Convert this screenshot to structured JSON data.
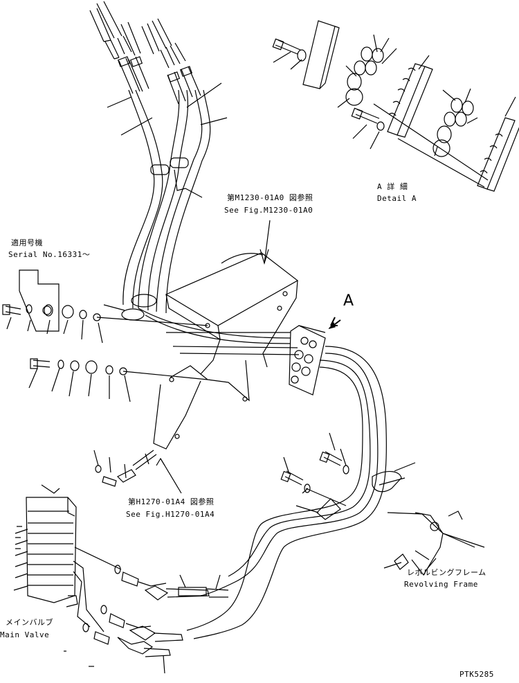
{
  "labels": {
    "detail_a_jp": "A 詳 細",
    "detail_a_en": "Detail A",
    "fig_m1230_jp": "第M1230-01A0 図参照",
    "fig_m1230_en": "See Fig.M1230-01A0",
    "serial_jp": "適用号機",
    "serial_en": "Serial No.16331〜",
    "view_a": "A",
    "fig_h1270_jp": "第H1270-01A4 図参照",
    "fig_h1270_en": "See Fig.H1270-01A4",
    "frame_jp": "レボルビングフレーム",
    "frame_en": "Revolving Frame",
    "valve_jp": "メインバルブ",
    "valve_en": "Main Valve",
    "page_code": "PTK5285"
  },
  "colors": {
    "line": "#000000",
    "background": "#ffffff"
  }
}
